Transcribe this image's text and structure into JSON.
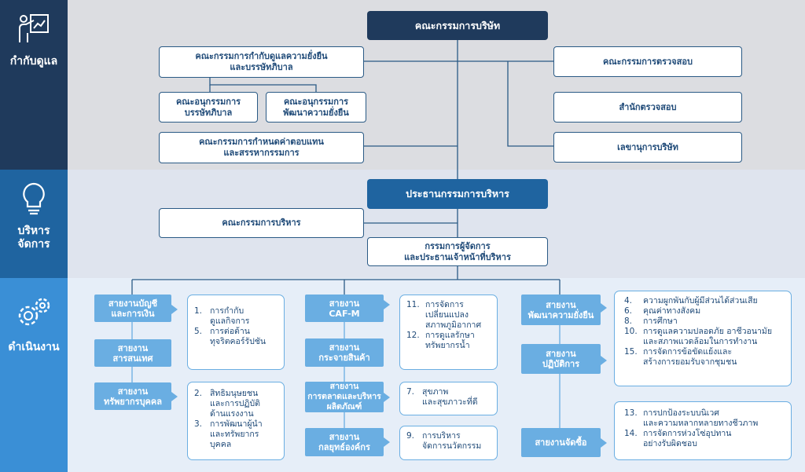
{
  "sidebar": [
    {
      "label": "กำกับดูแล",
      "icon": "presentation-icon"
    },
    {
      "label": "บริหาร\nจัดการ",
      "icon": "lightbulb-icon"
    },
    {
      "label": "ดำเนินงาน",
      "icon": "gears-icon"
    }
  ],
  "governance": {
    "board": "คณะกรรมการบริษัท",
    "sustainability_committee": "คณะกรรมการกำกับดูแลความยั่งยืน\nและบรรษัทภิบาล",
    "sub_governance": "คณะอนุกรรมการ\nบรรษัทภิบาล",
    "sub_sustainability": "คณะอนุกรรมการ\nพัฒนาความยั่งยืน",
    "remuneration": "คณะกรรมการกำหนดค่าตอบแทน\nและสรรหากรรมการ",
    "audit_committee": "คณะกรรมการตรวจสอบ",
    "internal_audit": "สำนักตรวจสอบ",
    "secretary": "เลขานุการบริษัท"
  },
  "management": {
    "executive_chairman": "ประธานกรรมการบริหาร",
    "executive_committee": "คณะกรรมการบริหาร",
    "md": "กรรมการผู้จัดการ\nและประธานเจ้าหน้าที่บริหาร"
  },
  "operations": {
    "col1": [
      {
        "unit": "สายงานบัญชี\nและการเงิน"
      },
      {
        "unit": "สายงาน\nสารสนเทศ"
      },
      {
        "unit": "สายงาน\nทรัพยากรบุคคล"
      }
    ],
    "col1_detail_a": [
      {
        "n": "1.",
        "t": "การกำกับ\nดูแลกิจการ"
      },
      {
        "n": "5.",
        "t": "การต่อต้าน\nทุจริตคอร์รัปชัน"
      }
    ],
    "col1_detail_b": [
      {
        "n": "2.",
        "t": "สิทธิมนุษยชน\nและการปฏิบัติ\nด้านแรงงาน"
      },
      {
        "n": "3.",
        "t": "การพัฒนาผู้นำ\nและทรัพยากรบุคคล"
      }
    ],
    "col2": [
      {
        "unit": "สายงาน\nCAF-M"
      },
      {
        "unit": "สายงาน\nกระจายสินค้า"
      },
      {
        "unit": "สายงาน\nการตลาดและบริหาร\nผลิตภัณฑ์"
      },
      {
        "unit": "สายงาน\nกลยุทธ์องค์กร"
      }
    ],
    "col2_detail_a": [
      {
        "n": "11.",
        "t": "การจัดการ\nเปลี่ยนแปลง\nสภาพภูมิอากาศ"
      },
      {
        "n": "12.",
        "t": "การดูแลรักษา\nทรัพยากรน้ำ"
      }
    ],
    "col2_detail_b": [
      {
        "n": "7.",
        "t": "สุขภาพ\nและสุขภาวะที่ดี"
      }
    ],
    "col2_detail_c": [
      {
        "n": "9.",
        "t": "การบริหาร\nจัดการนวัตกรรม"
      }
    ],
    "col3": [
      {
        "unit": "สายงาน\nพัฒนาความยั่งยืน"
      },
      {
        "unit": "สายงาน\nปฏิบัติการ"
      },
      {
        "unit": "สายงานจัดซื้อ"
      }
    ],
    "col3_detail_a": [
      {
        "n": "4.",
        "t": "ความผูกพันกับผู้มีส่วนได้ส่วนเสีย"
      },
      {
        "n": "6.",
        "t": "คุณค่าทางสังคม"
      },
      {
        "n": "8.",
        "t": "การศึกษา"
      },
      {
        "n": "10.",
        "t": "การดูแลความปลอดภัย อาชีวอนามัย\nและสภาพแวดล้อมในการทำงาน"
      },
      {
        "n": "15.",
        "t": "การจัดการข้อขัดแย้งและ\nสร้างการยอมรับจากชุมชน"
      }
    ],
    "col3_detail_b": [
      {
        "n": "13.",
        "t": "การปกป้องระบบนิเวศ\nและความหลากหลายทางชีวภาพ"
      },
      {
        "n": "14.",
        "t": "การจัดการห่วงโซ่อุปทาน\nอย่างรับผิดชอบ"
      }
    ]
  },
  "colors": {
    "band1": "#dcdde1",
    "band2": "#dfe4ee",
    "band3": "#e6eef8",
    "side1": "#1f3a5c",
    "side2": "#1f64a0",
    "side3": "#3a8fd6"
  }
}
